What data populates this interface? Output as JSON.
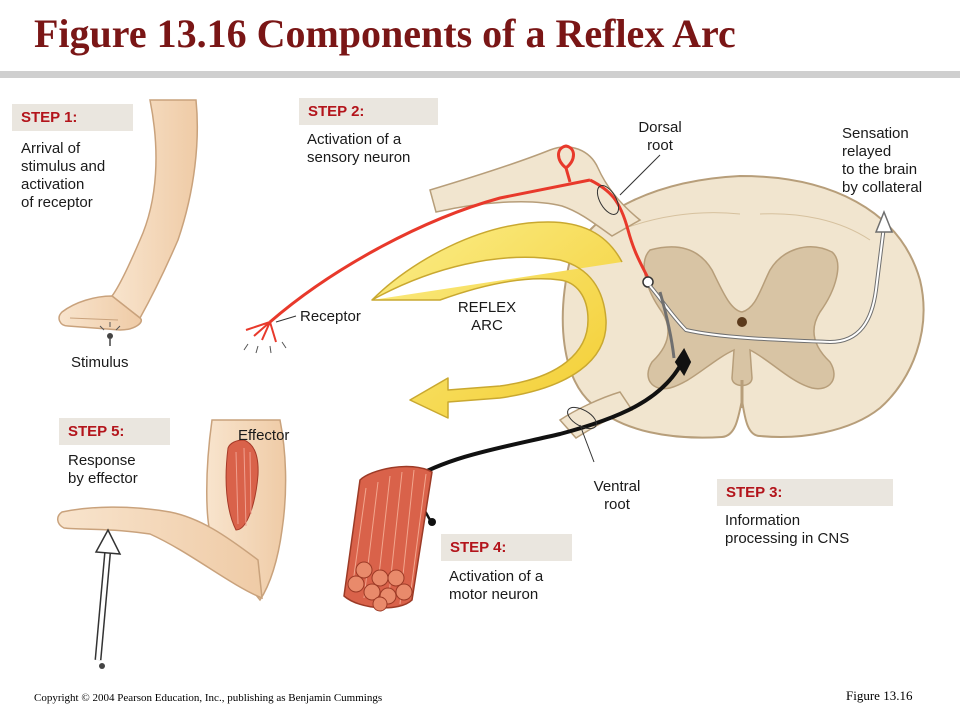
{
  "title": "Figure 13.16  Components of a Reflex Arc",
  "steps": [
    {
      "heading": "STEP 1:",
      "text": "Arrival of\nstimulus and\nactivation\nof receptor"
    },
    {
      "heading": "STEP 2:",
      "text": "Activation of a\nsensory neuron"
    },
    {
      "heading": "STEP 3:",
      "text": "Information\nprocessing in CNS"
    },
    {
      "heading": "STEP 4:",
      "text": "Activation of a\nmotor neuron"
    },
    {
      "heading": "STEP 5:",
      "text": "Response\nby effector"
    }
  ],
  "labels": {
    "stimulus": "Stimulus",
    "receptor": "Receptor",
    "reflex_arc": "REFLEX\nARC",
    "dorsal_root": "Dorsal\nroot",
    "sensation": "Sensation\nrelayed\nto the brain\nby collateral",
    "ventral_root": "Ventral\nroot",
    "effector": "Effector"
  },
  "footer": {
    "copyright": "Copyright © 2004 Pearson Education, Inc., publishing as Benjamin Cummings",
    "figure_ref": "Figure 13.16"
  },
  "colors": {
    "title": "#7a1616",
    "step_heading": "#b3141b",
    "step_box": "#eae6df",
    "sensory_neuron": "#e8392b",
    "motor_neuron": "#111111",
    "reflex_arrow": "#f7de4a",
    "gray_matter": "#d8c4a4",
    "white_matter": "#f1e5cf",
    "skin": "#f6dcc0",
    "muscle": "#d9624a"
  }
}
